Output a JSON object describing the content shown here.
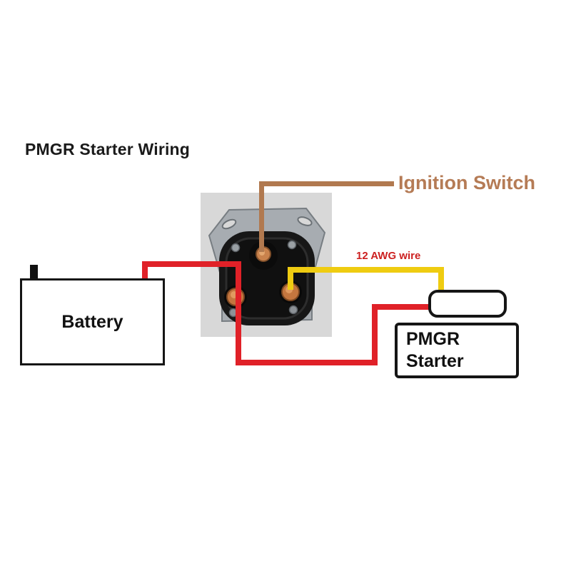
{
  "diagram": {
    "title": "PMGR Starter Wiring",
    "labels": {
      "ignition": "Ignition Switch",
      "awg": "12 AWG wire",
      "battery": "Battery",
      "starter_line1": "PMGR",
      "starter_line2": "Starter"
    }
  },
  "colors": {
    "wire_red": "#e02128",
    "wire_yellow": "#efcc11",
    "wire_brown": "#b1794f",
    "label_brown": "#b57b55",
    "label_red": "#cc2020",
    "box_border": "#151515",
    "photo_bg": "#d8d8d8",
    "copper": "#c4763f"
  }
}
